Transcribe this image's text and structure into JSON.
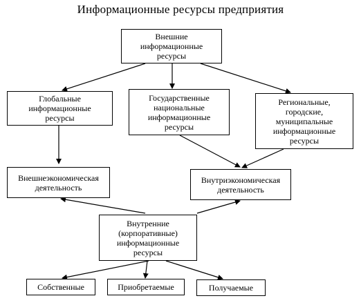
{
  "title": "Информационные ресурсы предприятия",
  "nodes": {
    "external": "Внешние\nинформационные\nресурсы",
    "global": "Глобальные\nинформационные\nресурсы",
    "state": "Государственные\nнациональные\nинформационные\nресурсы",
    "regional": "Региональные,\nгородские,\nмуниципальные\nинформационные\nресурсы",
    "foreign_econ": "Внешнеэкономическая\nдеятельность",
    "domestic_econ": "Внутриэкономическая\nдеятельность",
    "internal": "Внутренние\n(корпоративные)\nинформационные\nресурсы",
    "own": "Собственные",
    "acquired": "Приобретаемые",
    "received": "Получаемые"
  }
}
